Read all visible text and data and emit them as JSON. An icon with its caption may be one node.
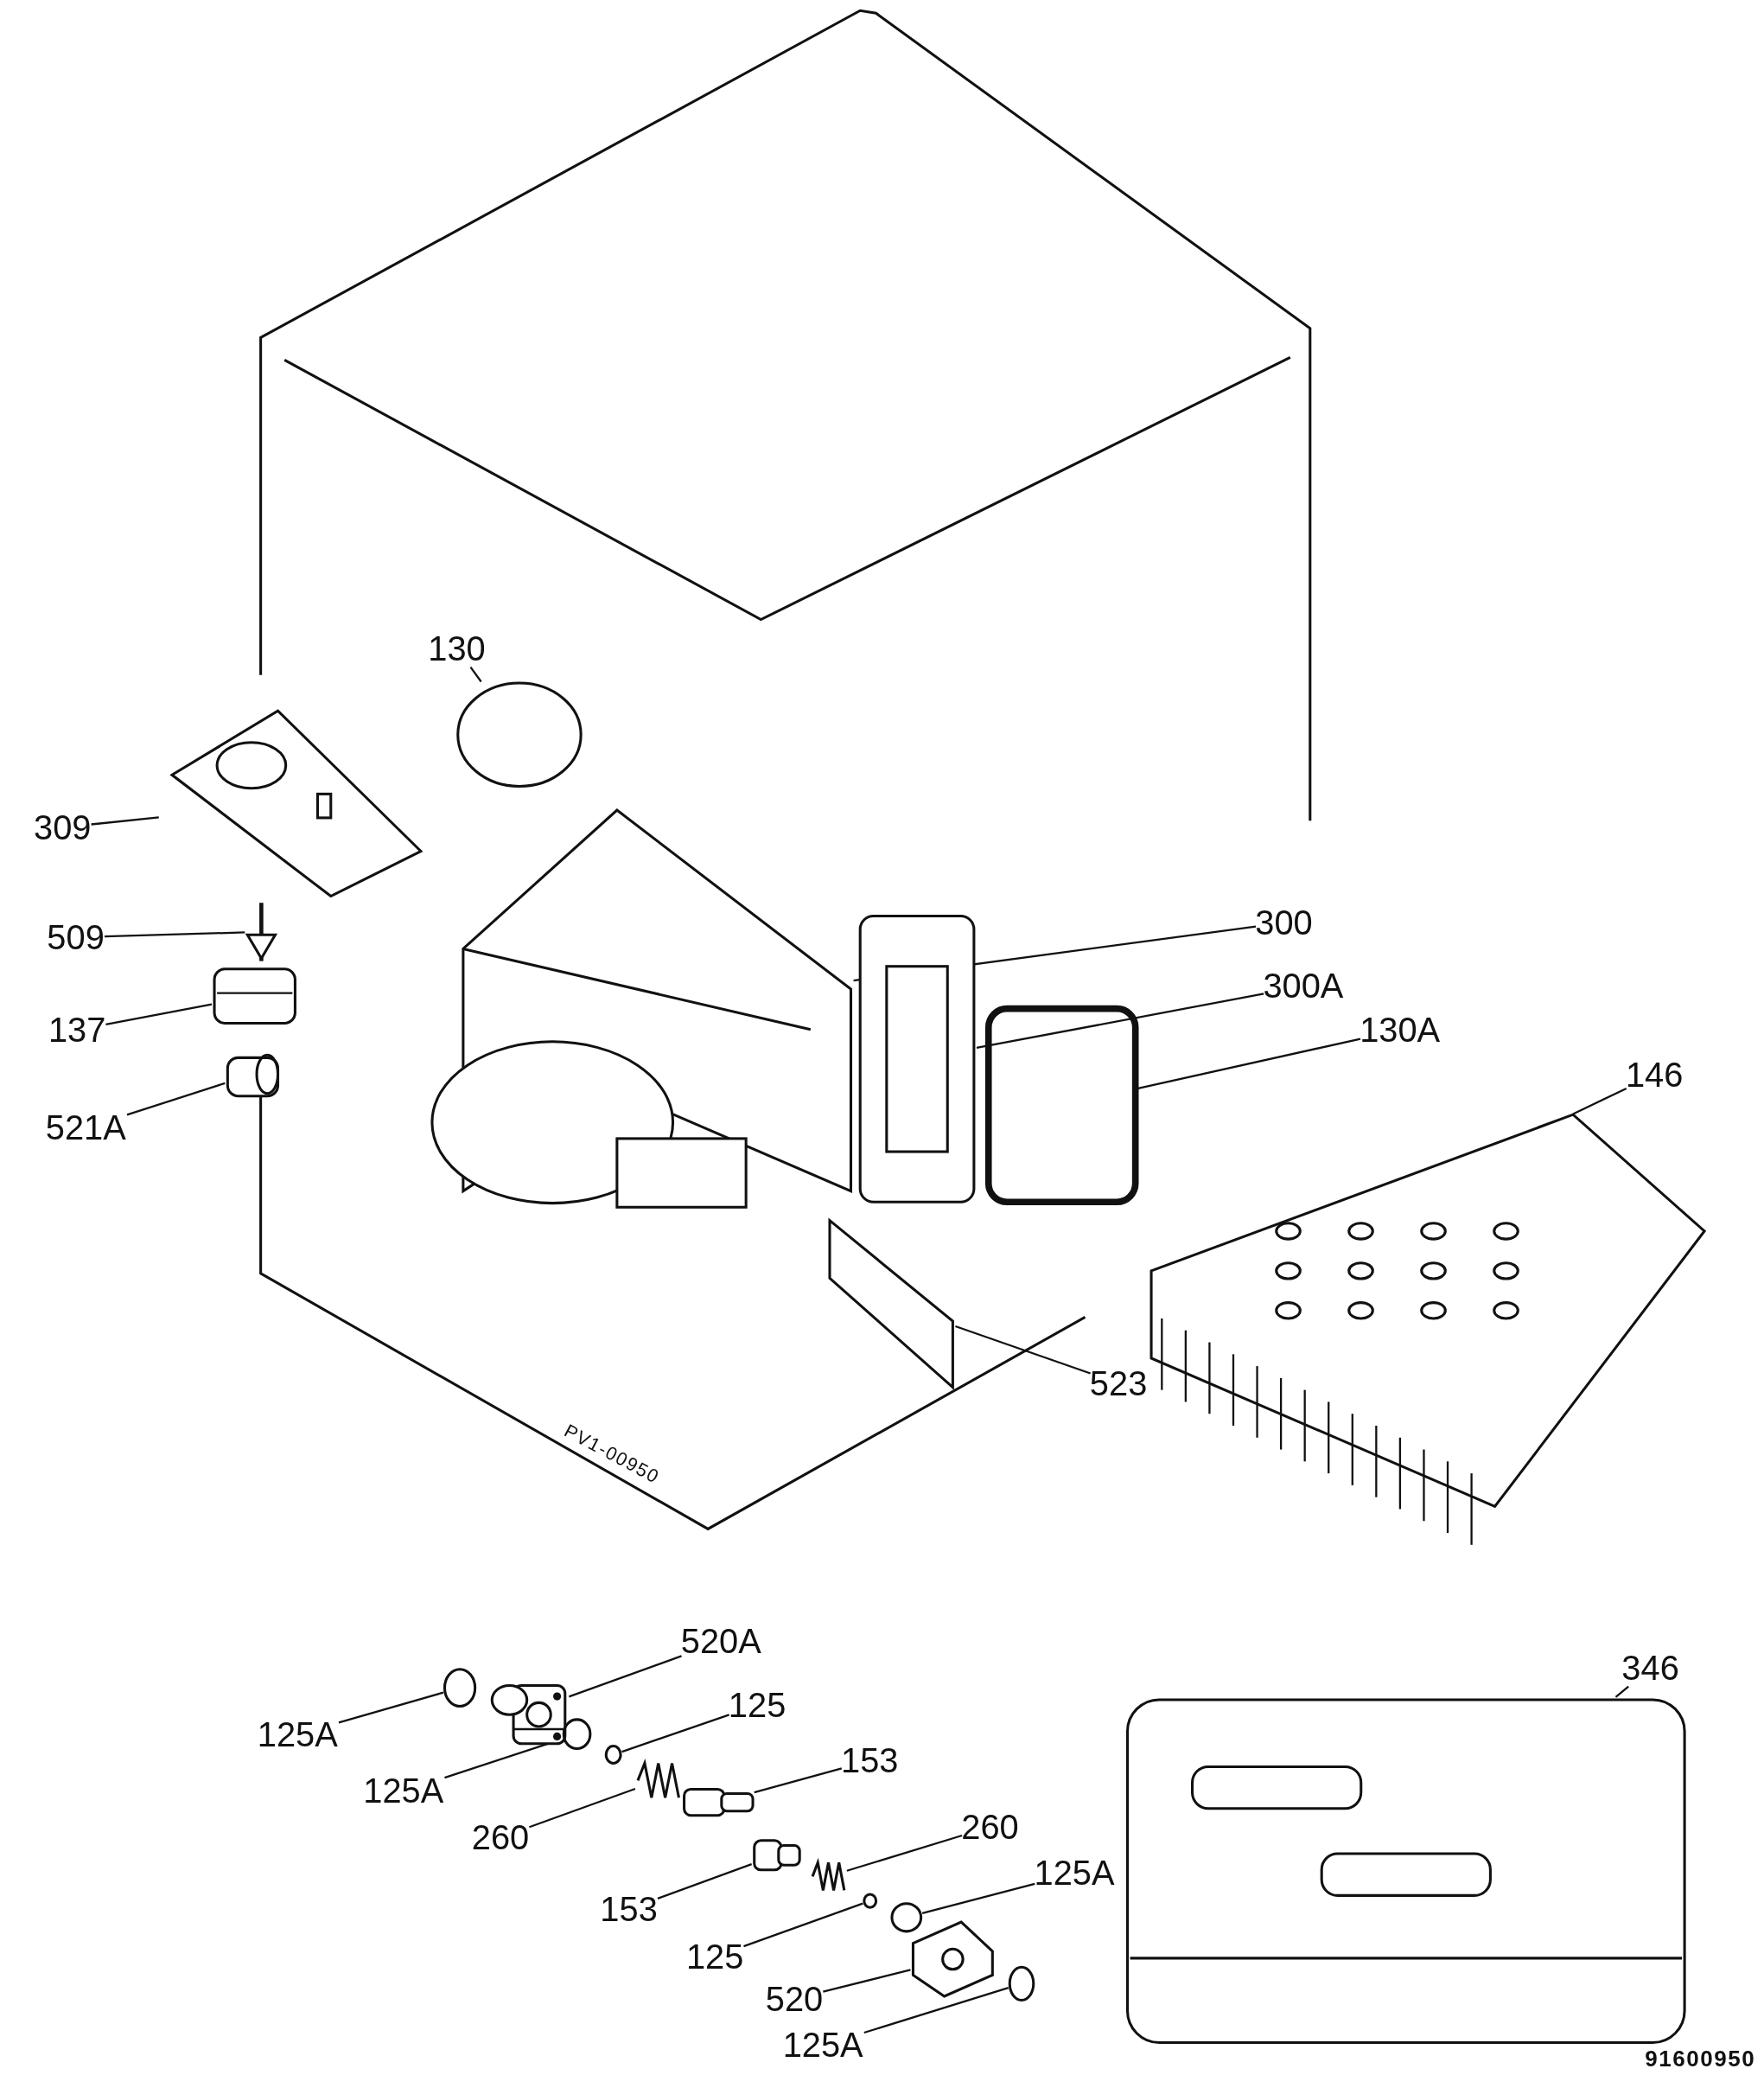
{
  "diagram": {
    "nodes": [
      {
        "text": [
          "130"
        ]
      },
      {
        "text": [
          "309"
        ]
      },
      {
        "text": [
          "509"
        ]
      },
      {
        "text": [
          "300"
        ]
      },
      {
        "text": [
          "300A"
        ]
      },
      {
        "text": [
          "137"
        ]
      },
      {
        "text": [
          "130A"
        ]
      },
      {
        "text": [
          "146"
        ]
      },
      {
        "text": [
          "521A"
        ]
      },
      {
        "text": [
          "523"
        ]
      },
      {
        "text": [
          "520A"
        ]
      },
      {
        "text": [
          "125A"
        ]
      },
      {
        "text": [
          "125"
        ]
      },
      {
        "text": [
          "346"
        ]
      },
      {
        "text": [
          "125A"
        ]
      },
      {
        "text": [
          "153"
        ]
      },
      {
        "text": [
          "260"
        ]
      },
      {
        "text": [
          "260"
        ]
      },
      {
        "text": [
          "153"
        ]
      },
      {
        "text": [
          "125A"
        ]
      },
      {
        "text": [
          "125"
        ]
      },
      {
        "text": [
          "520"
        ]
      },
      {
        "text": [
          "125A"
        ]
      },
      {
        "text": [],
        "shape": "circle"
      },
      {
        "text": [],
        "shape": "picture"
      },
      {
        "text": [],
        "shape": "picture"
      },
      {
        "text": [],
        "shape": "picture"
      },
      {
        "text": [],
        "shape": "picture"
      },
      {
        "text": [],
        "shape": "box"
      },
      {
        "text": [],
        "shape": "box"
      },
      {
        "text": [],
        "shape": "picture"
      },
      {
        "text": [],
        "shape": "cylinder"
      },
      {
        "text": [],
        "shape": "bar"
      },
      {
        "text": [],
        "shape": "picture"
      },
      {
        "text": [],
        "shape": "circle"
      },
      {
        "text": [],
        "shape": "circle"
      },
      {
        "text": [],
        "shape": "picture"
      },
      {
        "text": [],
        "shape": "circle"
      },
      {
        "text": [],
        "shape": "cylinder"
      },
      {
        "text": [],
        "shape": "picture"
      },
      {
        "text": [],
        "shape": "picture"
      },
      {
        "text": [],
        "shape": "cylinder"
      },
      {
        "text": [],
        "shape": "circle"
      },
      {
        "text": [],
        "shape": "circle"
      },
      {
        "text": [],
        "shape": "picture"
      },
      {
        "text": [],
        "shape": "circle"
      }
    ],
    "edges": [
      {
        "from": 0,
        "to": 23,
        "arrow": "none"
      },
      {
        "from": 1,
        "to": 24,
        "arrow": "none"
      },
      {
        "from": 2,
        "to": 25,
        "arrow": "none"
      },
      {
        "from": 3,
        "to": 26,
        "arrow": "none"
      },
      {
        "from": 4,
        "to": 27,
        "arrow": "none"
      },
      {
        "from": 5,
        "to": 28,
        "arrow": "none"
      },
      {
        "from": 6,
        "to": 29,
        "arrow": "none"
      },
      {
        "from": 7,
        "to": 30,
        "arrow": "none"
      },
      {
        "from": 8,
        "to": 31,
        "arrow": "none"
      },
      {
        "from": 9,
        "to": 32,
        "arrow": "none"
      },
      {
        "from": 10,
        "to": 33,
        "arrow": "none"
      },
      {
        "from": 11,
        "to": 34,
        "arrow": "none"
      },
      {
        "from": 12,
        "to": 35,
        "arrow": "none"
      },
      {
        "from": 13,
        "to": 36,
        "arrow": "none"
      },
      {
        "from": 14,
        "to": 37,
        "arrow": "none"
      },
      {
        "from": 15,
        "to": 38,
        "arrow": "none"
      },
      {
        "from": 16,
        "to": 39,
        "arrow": "none"
      },
      {
        "from": 17,
        "to": 40,
        "arrow": "none"
      },
      {
        "from": 18,
        "to": 41,
        "arrow": "none"
      },
      {
        "from": 19,
        "to": 42,
        "arrow": "none"
      },
      {
        "from": 20,
        "to": 43,
        "arrow": "none"
      },
      {
        "from": 21,
        "to": 44,
        "arrow": "none"
      },
      {
        "from": 22,
        "to": 45,
        "arrow": "none"
      }
    ],
    "labels": [
      "PV1-00950",
      "91600950"
    ]
  }
}
